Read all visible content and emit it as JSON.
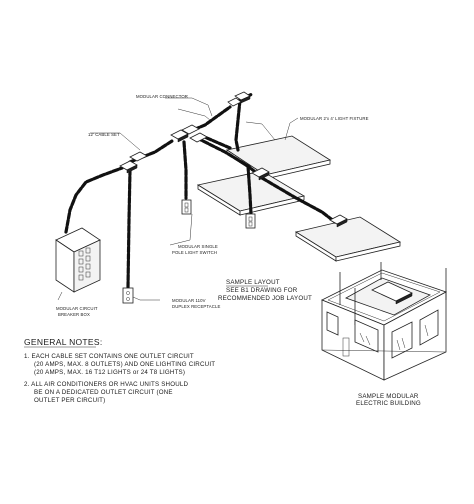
{
  "labels": {
    "modular_connector": "MODULAR CONNECTOR",
    "cable_set": "12' CABLE SET",
    "light_fixture": "MODULAR 2'x 4' LIGHT FIXTURE",
    "switch_line1": "MODULAR SINGLE",
    "switch_line2": "POLE LIGHT SWITCH",
    "receptacle_line1": "MODULAR 110V",
    "receptacle_line2": "DUPLEX RECEPTACLE",
    "breaker_line1": "MODULAR CIRCUIT",
    "breaker_line2": "BREAKER BOX",
    "building_line1": "SAMPLE MODULAR",
    "building_line2": "ELECTRIC BUILDING"
  },
  "sample_layout": {
    "title": "SAMPLE LAYOUT",
    "line1": "SEE B1 DRAWING FOR",
    "line2": "RECOMMENDED JOB LAYOUT"
  },
  "general_notes": {
    "title": "GENERAL NOTES:",
    "note1_line1": "1.  EACH CABLE SET CONTAINS ONE OUTLET CIRCUIT",
    "note1_line2": "(20 AMPS, MAX. 8 OUTLETS) AND ONE LIGHTING CIRCUIT",
    "note1_line3": "(20 AMPS, MAX. 16 T12 LIGHTS or 24 T8 LIGHTS)",
    "note2_line1": "2.  ALL AIR CONDITIONERS OR HVAC UNITS SHOULD",
    "note2_line2": "BE ON A DEDICATED OUTLET CIRCUIT (ONE",
    "note2_line3": "OUTLET PER CIRCUIT)"
  }
}
